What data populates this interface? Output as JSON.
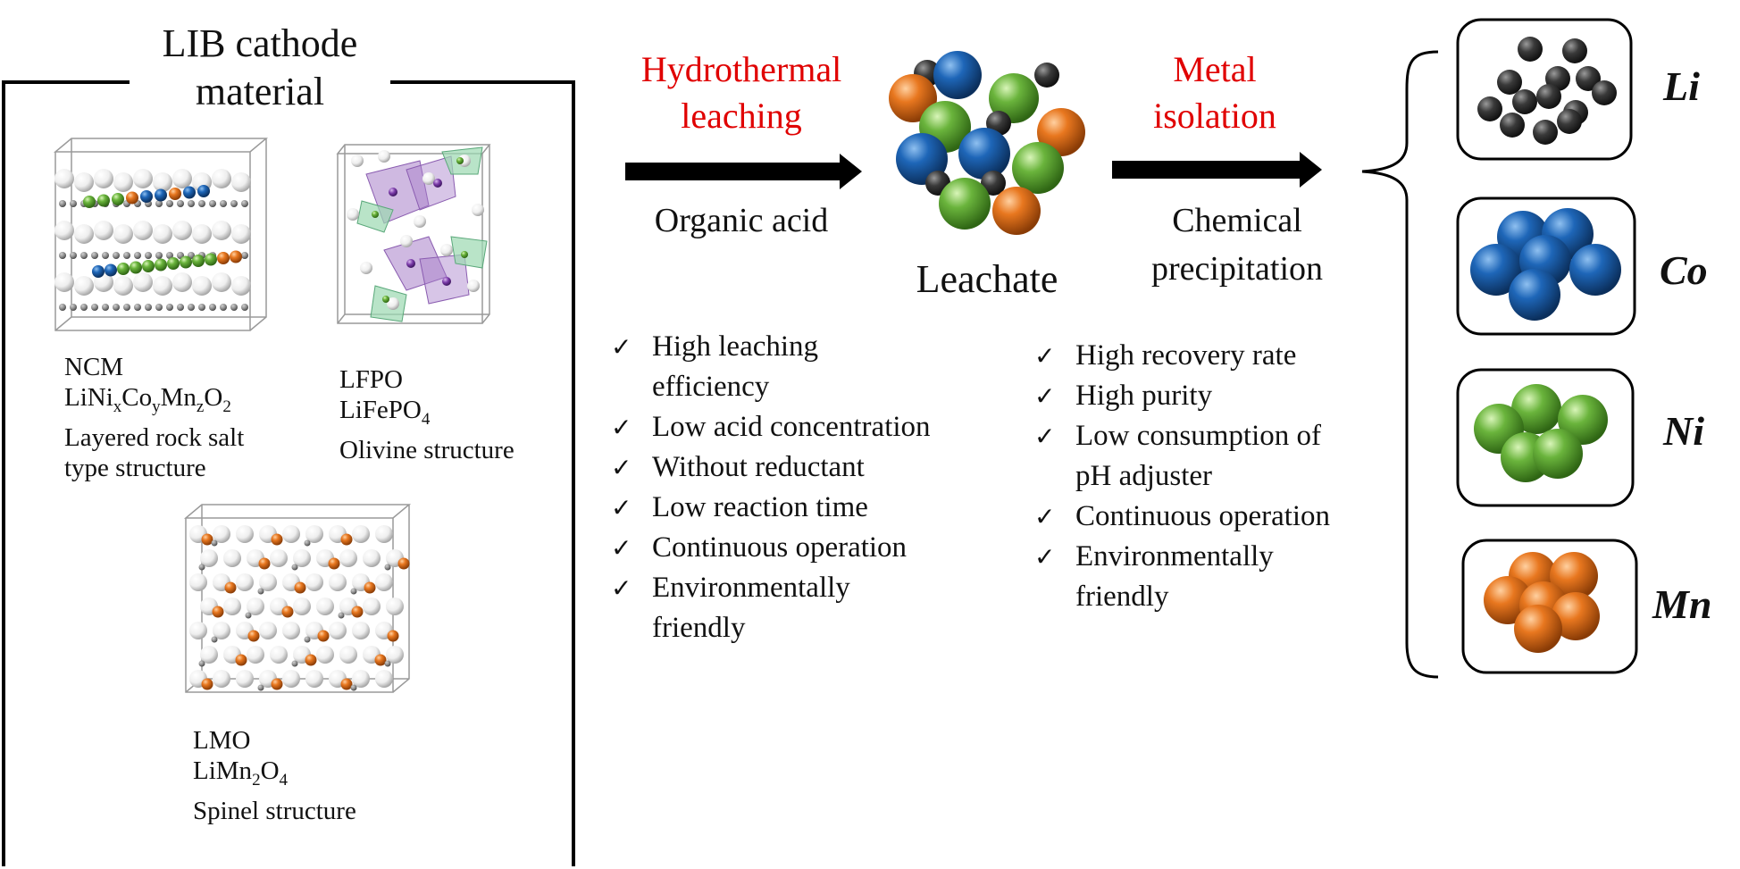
{
  "cathode": {
    "title_line1": "LIB cathode",
    "title_line2": "material",
    "ncm": {
      "name": "NCM",
      "formula_parts": [
        "LiNi",
        "x",
        "Co",
        "y",
        "Mn",
        "z",
        "O",
        "2"
      ],
      "desc1": "Layered rock salt",
      "desc2": "type structure"
    },
    "lfpo": {
      "name": "LFPO",
      "formula_parts": [
        "LiFePO",
        "4"
      ],
      "desc": "Olivine structure"
    },
    "lmo": {
      "name": "LMO",
      "formula_parts": [
        "LiMn",
        "2",
        "O",
        "4"
      ],
      "desc": "Spinel structure"
    }
  },
  "step1": {
    "title_line1": "Hydrothermal",
    "title_line2": "leaching",
    "below": "Organic acid",
    "benefits": [
      {
        "line1": "High leaching",
        "line2": "efficiency"
      },
      {
        "line1": "Low acid concentration",
        "line2": ""
      },
      {
        "line1": "Without reductant",
        "line2": ""
      },
      {
        "line1": "Low reaction time",
        "line2": ""
      },
      {
        "line1": "Continuous operation",
        "line2": ""
      },
      {
        "line1": "Environmentally",
        "line2": "friendly"
      }
    ]
  },
  "leachate": {
    "label": "Leachate"
  },
  "step2": {
    "title_line1": "Metal",
    "title_line2": "isolation",
    "below_line1": "Chemical",
    "below_line2": "precipitation",
    "benefits": [
      {
        "line1": "High recovery rate",
        "line2": ""
      },
      {
        "line1": "High purity",
        "line2": ""
      },
      {
        "line1": "Low consumption of",
        "line2": "pH adjuster"
      },
      {
        "line1": "Continuous operation",
        "line2": ""
      },
      {
        "line1": "Environmentally",
        "line2": "friendly"
      }
    ]
  },
  "check_mark": "✓",
  "metals": [
    {
      "symbol": "Li",
      "color": "#3a3a3a"
    },
    {
      "symbol": "Co",
      "color": "#1e66b8"
    },
    {
      "symbol": "Ni",
      "color": "#6ab43c"
    },
    {
      "symbol": "Mn",
      "color": "#e8771f"
    }
  ],
  "colors": {
    "accent_red": "#e00000",
    "li": "#3a3a3a",
    "co": "#1e66b8",
    "ni": "#6ab43c",
    "mn": "#e8771f",
    "lattice_white": "#f2f2f2",
    "polyhedra_purple": "#a77fc9",
    "polyhedra_green": "#9bd8b0"
  }
}
